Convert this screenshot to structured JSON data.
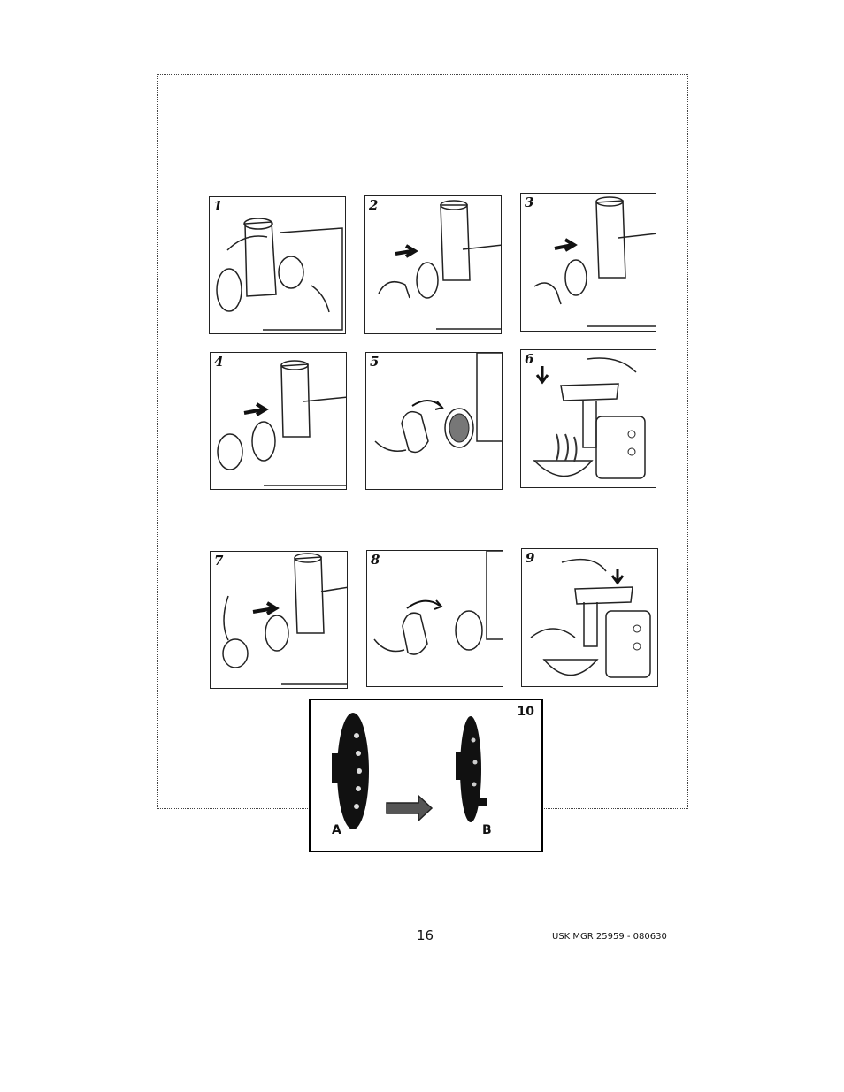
{
  "steps": [
    {
      "number": "1"
    },
    {
      "number": "2"
    },
    {
      "number": "3"
    },
    {
      "number": "4"
    },
    {
      "number": "5"
    },
    {
      "number": "6"
    },
    {
      "number": "7"
    },
    {
      "number": "8"
    },
    {
      "number": "9"
    }
  ],
  "figure10": {
    "number": "10",
    "label_a": "A",
    "label_b": "B"
  },
  "footer": {
    "page_number": "16",
    "document_id": "USK MGR 25959 - 080630"
  }
}
